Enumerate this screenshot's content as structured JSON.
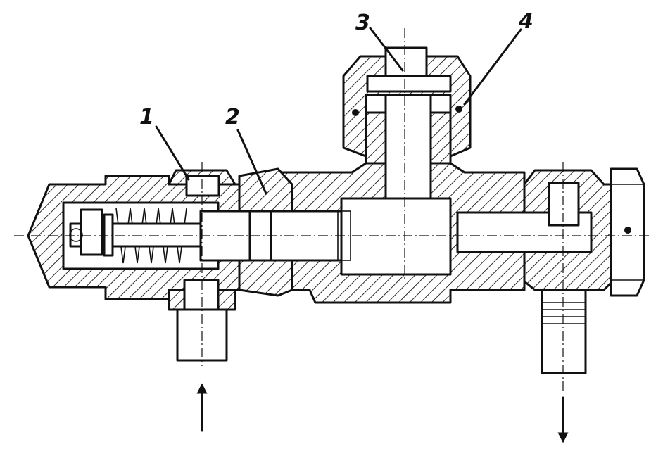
{
  "diagram": {
    "labels": [
      {
        "id": "part-1",
        "text": "1"
      },
      {
        "id": "part-2",
        "text": "2"
      },
      {
        "id": "part-3",
        "text": "3"
      },
      {
        "id": "part-4",
        "text": "4"
      }
    ],
    "flow": {
      "inlet_direction": "up",
      "outlet_direction": "down"
    },
    "colors": {
      "ink": "#111111",
      "paper": "#ffffff"
    }
  }
}
